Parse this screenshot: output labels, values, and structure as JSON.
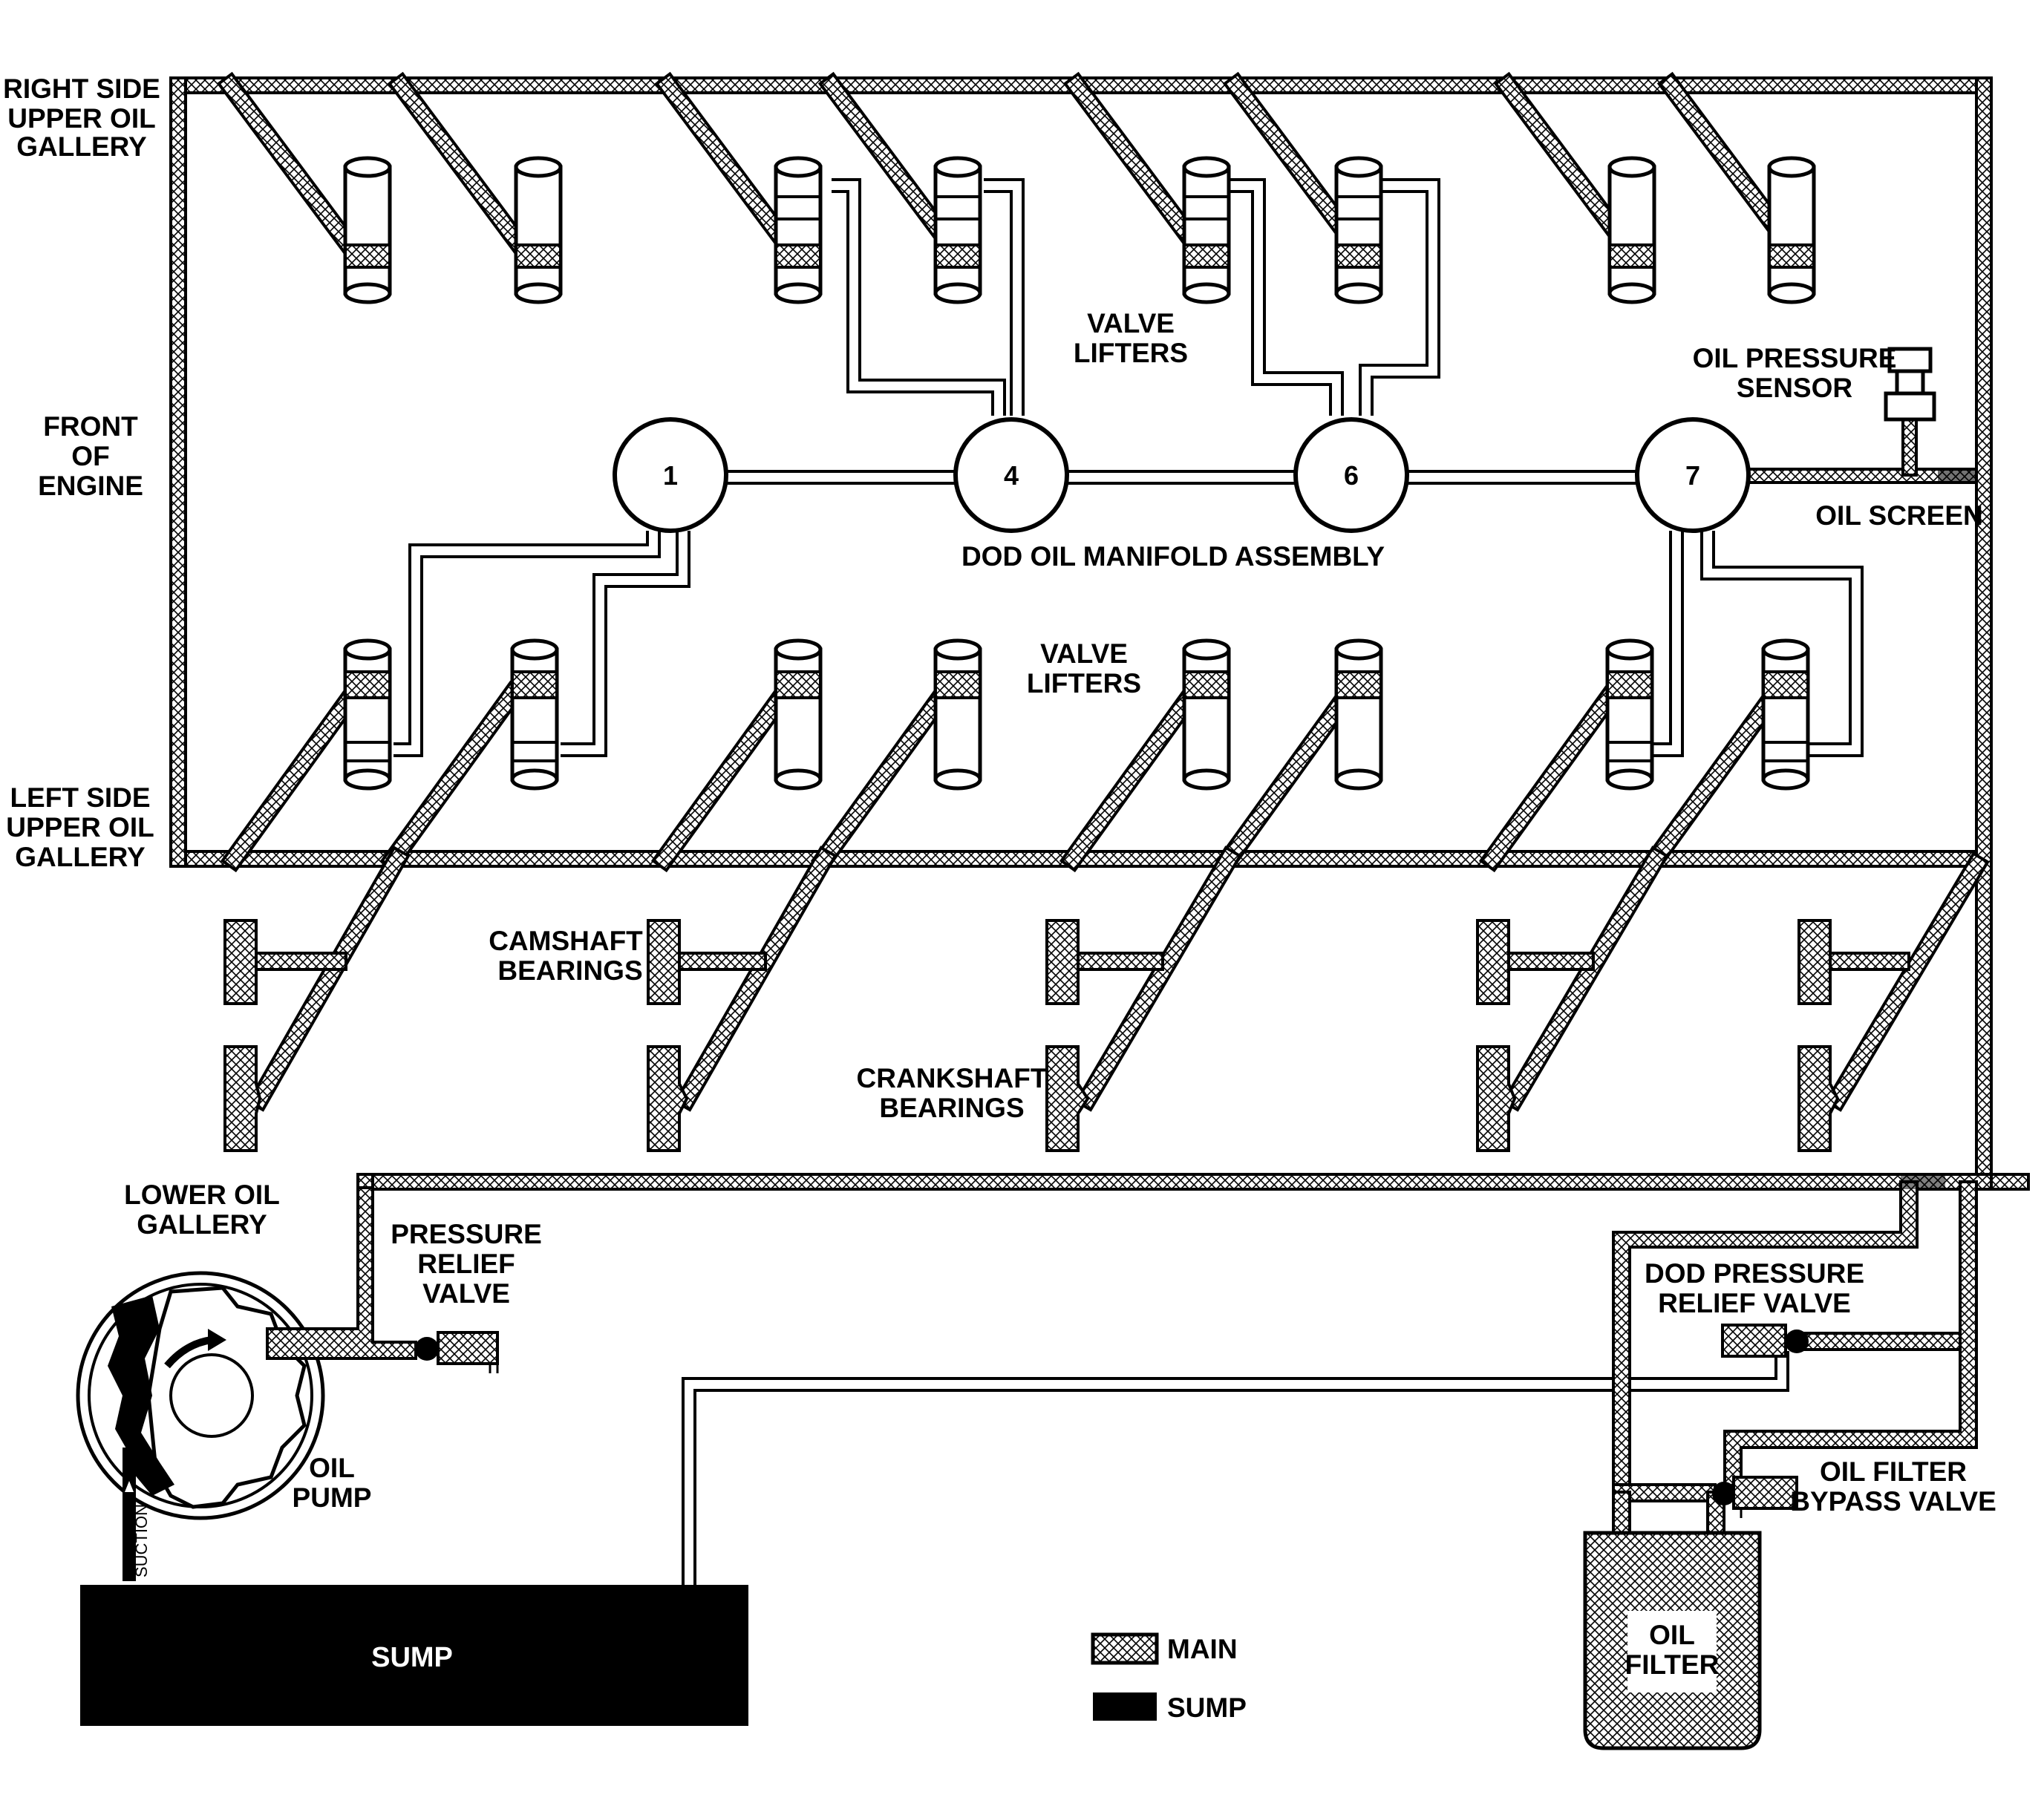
{
  "labels": {
    "right_gallery": [
      "RIGHT SIDE",
      "UPPER OIL",
      "GALLERY"
    ],
    "front_engine": [
      "FRONT",
      "OF",
      "ENGINE"
    ],
    "left_gallery": [
      "LEFT SIDE",
      "UPPER OIL",
      "GALLERY"
    ],
    "valve_lifters_top": [
      "VALVE",
      "LIFTERS"
    ],
    "valve_lifters_bottom": [
      "VALVE",
      "LIFTERS"
    ],
    "oil_pressure_sensor": [
      "OIL PRESSURE",
      "SENSOR"
    ],
    "oil_screen": "OIL SCREEN",
    "manifold": "DOD OIL MANIFOLD ASSEMBLY",
    "camshaft_bearings": [
      "CAMSHAFT",
      "BEARINGS"
    ],
    "crankshaft_bearings": [
      "CRANKSHAFT",
      "BEARINGS"
    ],
    "lower_gallery": [
      "LOWER OIL",
      "GALLERY"
    ],
    "pressure_relief_valve": [
      "PRESSURE",
      "RELIEF",
      "VALVE"
    ],
    "dod_pressure_relief_valve": [
      "DOD PRESSURE",
      "RELIEF VALVE"
    ],
    "oil_pump": [
      "OIL",
      "PUMP"
    ],
    "oil_filter_bypass_valve": [
      "OIL FILTER",
      "BYPASS VALVE"
    ],
    "oil_filter": [
      "OIL",
      "FILTER"
    ],
    "suction": "SUCTION",
    "sump": "SUMP"
  },
  "manifold_valves": [
    "1",
    "4",
    "6",
    "7"
  ],
  "legend": [
    {
      "label": "MAIN",
      "style": "hatched"
    },
    {
      "label": "SUMP",
      "style": "solid-black"
    }
  ],
  "colors": {
    "ink": "#000000",
    "paper": "#ffffff"
  }
}
